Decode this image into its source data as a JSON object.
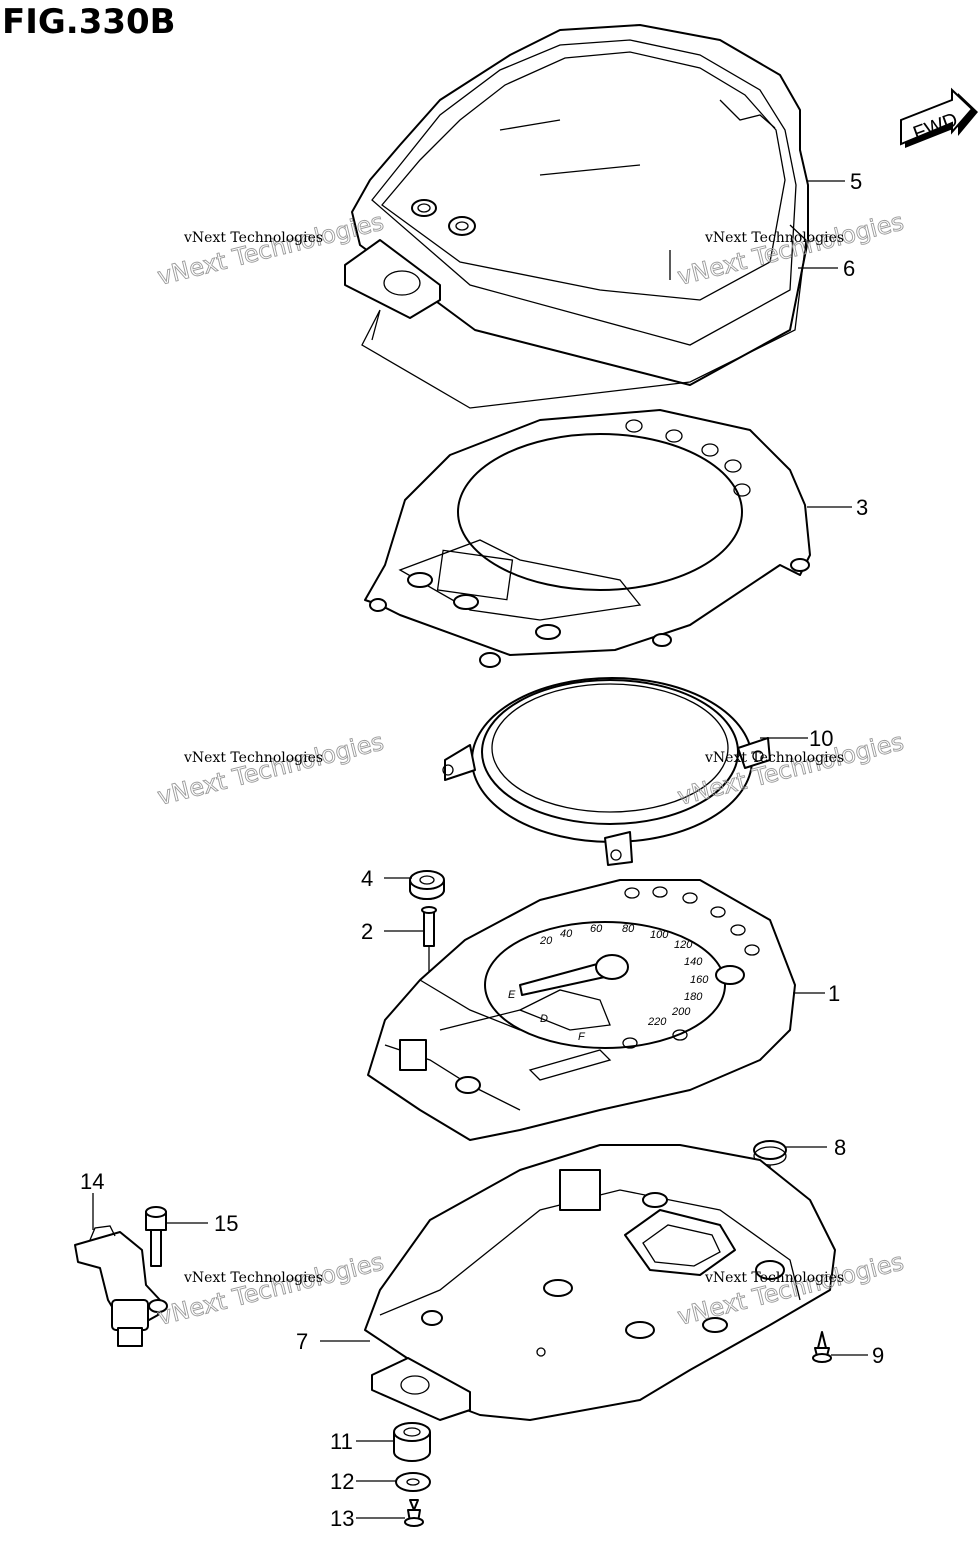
{
  "figure": {
    "title": "FIG.330B"
  },
  "direction_badge": {
    "label": "FWD"
  },
  "watermarks": [
    {
      "line1": "vNext Technologies",
      "line2": "vNext Technologies"
    },
    {
      "line1": "vNext Technologies",
      "line2": "vNext Technologies"
    },
    {
      "line1": "vNext Technologies",
      "line2": "vNext Technologies"
    },
    {
      "line1": "vNext Technologies",
      "line2": "vNext Technologies"
    },
    {
      "line1": "vNext Technologies",
      "line2": "vNext Technologies"
    },
    {
      "line1": "vNext Technologies",
      "line2": "vNext Technologies"
    }
  ],
  "callouts": [
    {
      "id": "5",
      "label": "5"
    },
    {
      "id": "6",
      "label": "6"
    },
    {
      "id": "3",
      "label": "3"
    },
    {
      "id": "10",
      "label": "10"
    },
    {
      "id": "4",
      "label": "4"
    },
    {
      "id": "2",
      "label": "2"
    },
    {
      "id": "1",
      "label": "1"
    },
    {
      "id": "8",
      "label": "8"
    },
    {
      "id": "14",
      "label": "14"
    },
    {
      "id": "15",
      "label": "15"
    },
    {
      "id": "7",
      "label": "7"
    },
    {
      "id": "9",
      "label": "9"
    },
    {
      "id": "11",
      "label": "11"
    },
    {
      "id": "12",
      "label": "12"
    },
    {
      "id": "13",
      "label": "13"
    }
  ],
  "dial_scale": [
    "20",
    "40",
    "60",
    "80",
    "100",
    "120",
    "140",
    "160",
    "180",
    "200",
    "220"
  ],
  "dial_marks": {
    "empty": "E",
    "full": "F",
    "fuel": "D"
  }
}
